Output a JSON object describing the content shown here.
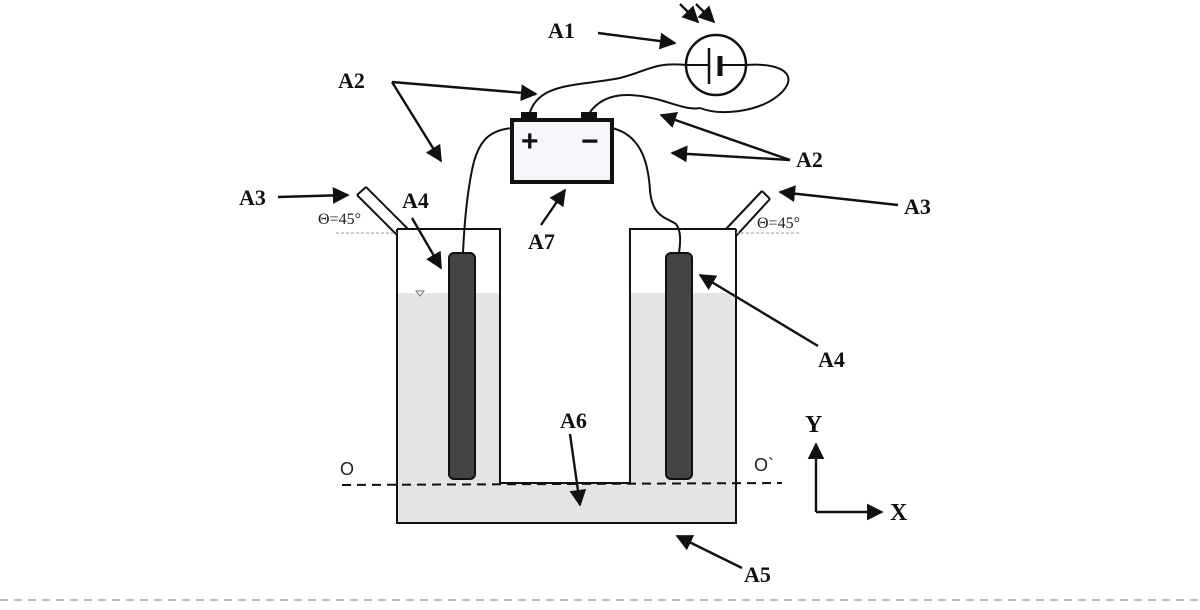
{
  "labels": {
    "a1": "A1",
    "a2_left": "A2",
    "a2_right": "A2",
    "a3_left": "A3",
    "a3_right": "A3",
    "a4_left": "A4",
    "a4_right": "A4",
    "a5": "A5",
    "a6": "A6",
    "a7": "A7"
  },
  "angles": {
    "left": "Θ=45°",
    "right": "Θ=45°"
  },
  "axes": {
    "y": "Y",
    "x": "X"
  },
  "points": {
    "o": "O",
    "o_prime": "O`"
  },
  "battery": {
    "positive": "+",
    "negative": "−"
  },
  "colors": {
    "liquid": "#e4e4e6",
    "electrode": "#444444",
    "line": "#111111"
  }
}
